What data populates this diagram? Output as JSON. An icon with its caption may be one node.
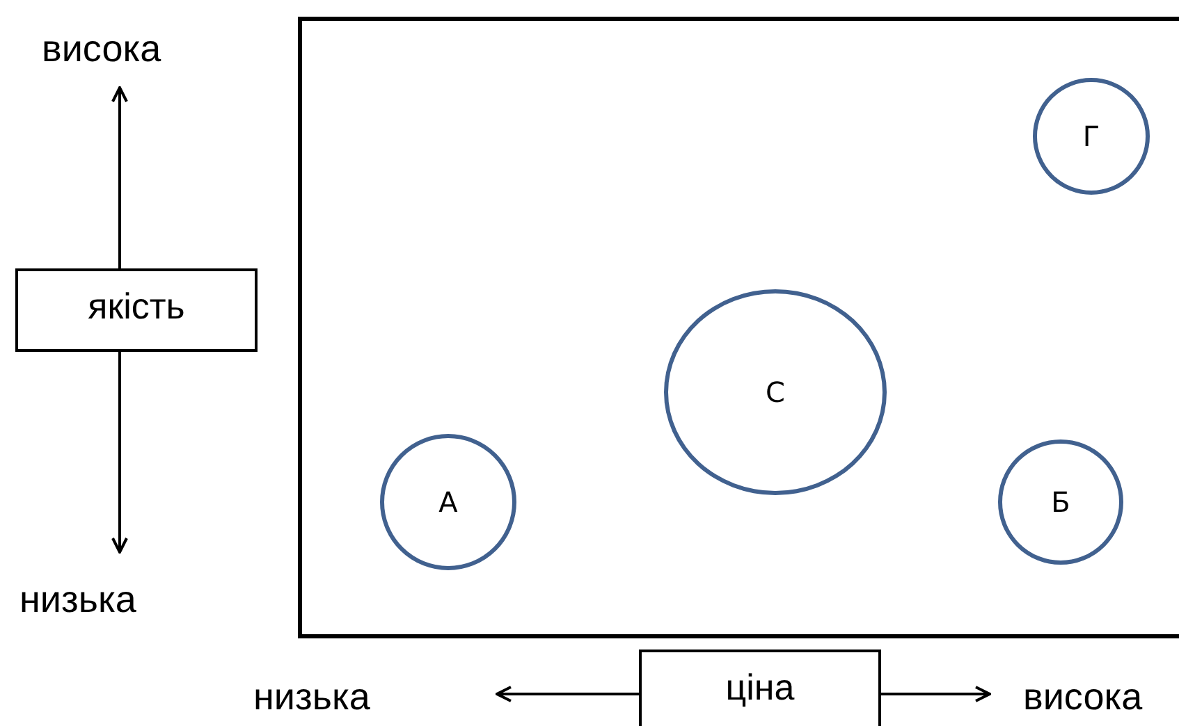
{
  "diagram": {
    "nodes": [
      {
        "text": [],
        "shape": "box"
      },
      {
        "text": [
          "Г"
        ],
        "in": 0
      },
      {
        "text": [
          "С"
        ],
        "in": 0
      },
      {
        "text": [
          "А"
        ],
        "in": 0
      },
      {
        "text": [
          "Б"
        ],
        "in": 0
      },
      {
        "text": [
          "якість"
        ]
      },
      {
        "text": [
          "ціна"
        ]
      }
    ],
    "edges": [
      {
        "from": 5,
        "to": null,
        "arrow": "to"
      },
      {
        "from": 5,
        "to": null,
        "arrow": "to"
      },
      {
        "from": 6,
        "to": null,
        "arrow": "to"
      },
      {
        "from": 6,
        "to": null,
        "arrow": "to"
      }
    ],
    "labels": [
      "висока",
      "низька",
      "низька",
      "висока"
    ]
  }
}
